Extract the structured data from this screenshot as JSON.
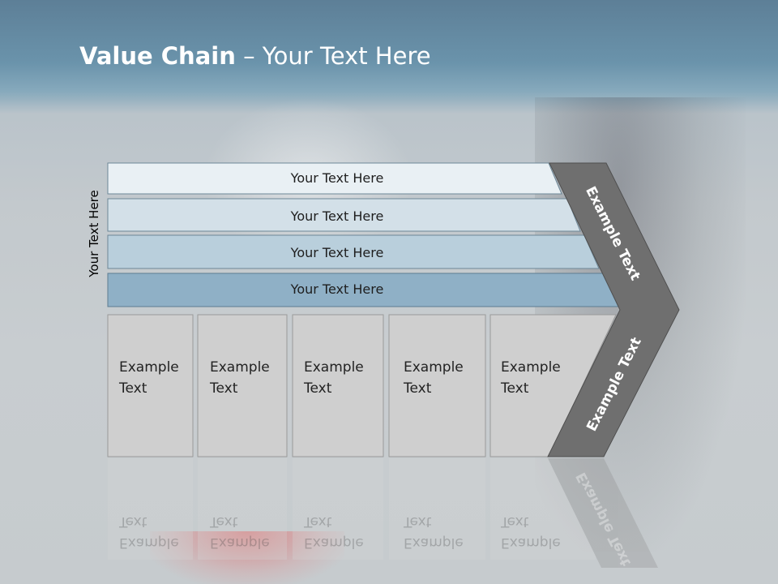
{
  "slide": {
    "title_bold": "Value Chain",
    "title_rest": " – Your Text Here",
    "vertical_label": "Your Text Here"
  },
  "bars": [
    {
      "label": "Your Text Here",
      "fill": "#e9f0f4"
    },
    {
      "label": "Your Text Here",
      "fill": "#d3e0e8"
    },
    {
      "label": "Your Text Here",
      "fill": "#b9cfdc"
    },
    {
      "label": "Your Text Here",
      "fill": "#8fb0c6"
    }
  ],
  "cells": [
    {
      "line1": "Example",
      "line2": "Text"
    },
    {
      "line1": "Example",
      "line2": "Text"
    },
    {
      "line1": "Example",
      "line2": "Text"
    },
    {
      "line1": "Example",
      "line2": "Text"
    },
    {
      "line1": "Example",
      "line2": "Text"
    }
  ],
  "chevron": {
    "upper_label": "Example Text",
    "lower_label": "Example Text",
    "fill": "#6f6f6f"
  },
  "colors": {
    "cell_fill": "#cfcfcf",
    "cell_border": "#9a9a9a"
  }
}
